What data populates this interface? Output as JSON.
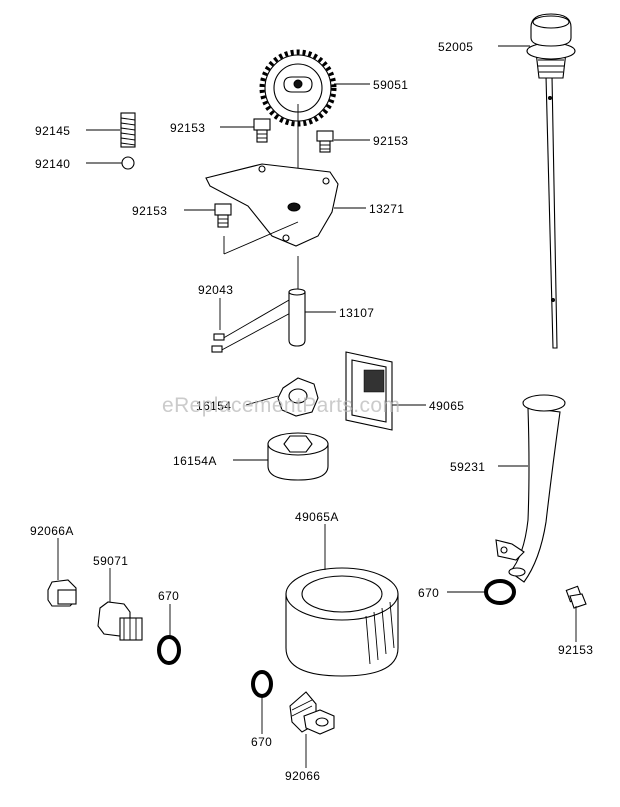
{
  "watermark": "eReplacementParts.com",
  "labels": {
    "p52005": "52005",
    "p59051": "59051",
    "p92145": "92145",
    "p92153_a": "92153",
    "p92153_b": "92153",
    "p92140": "92140",
    "p92153_c": "92153",
    "p13271": "13271",
    "p92043": "92043",
    "p13107": "13107",
    "p16154": "16154",
    "p49065": "49065",
    "p16154A": "16154A",
    "p59231": "59231",
    "p92066A": "92066A",
    "p49065A": "49065A",
    "p59071": "59071",
    "p670_a": "670",
    "p670_b": "670",
    "p670_c": "670",
    "p92153_d": "92153",
    "p92066": "92066"
  }
}
